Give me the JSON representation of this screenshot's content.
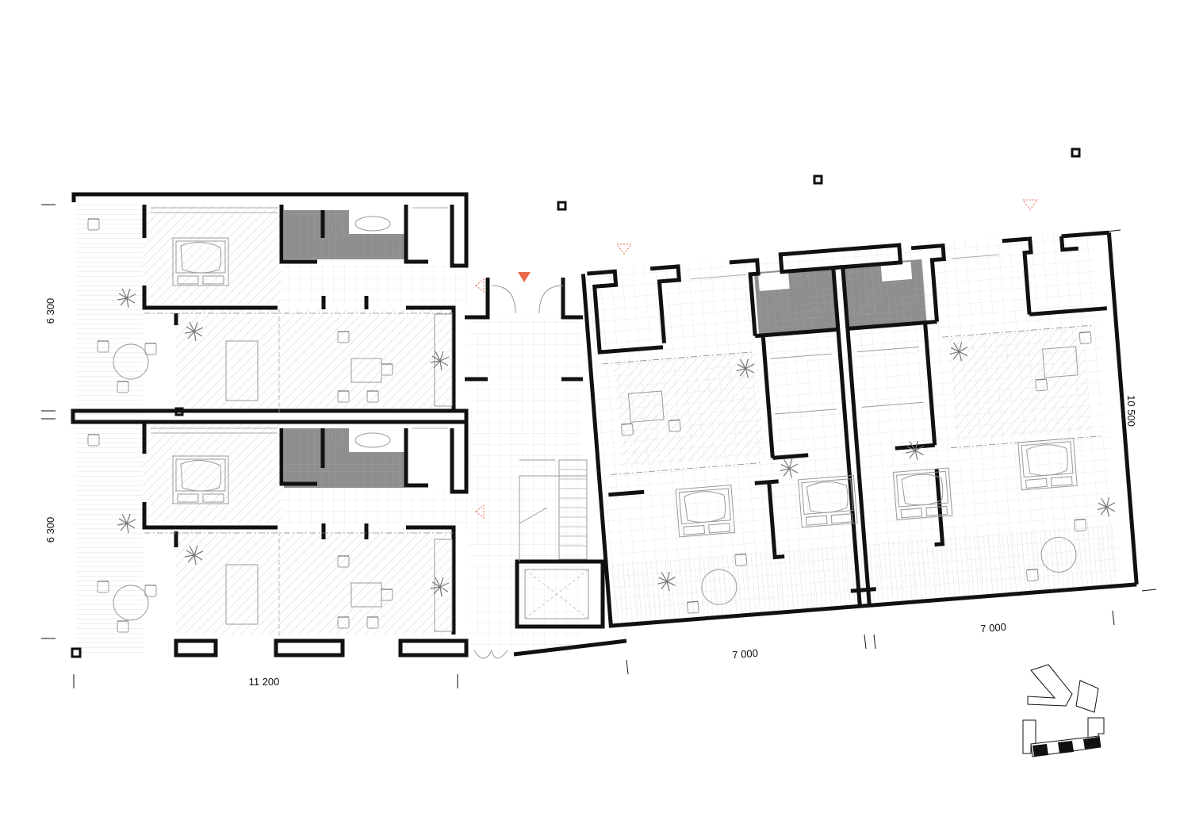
{
  "drawing": {
    "accent_color": "#e8694a",
    "wet_area_color": "#8e8e8e",
    "wall_color": "#111111"
  },
  "dimensions": {
    "left_unit_top_height": "6 300",
    "left_unit_bottom_height": "6 300",
    "left_block_width": "11 200",
    "right_block_depth": "10 500",
    "right_unit_left_width": "7 000",
    "right_unit_right_width": "7 000"
  },
  "icons": {
    "entrance_marker": "entrance-triangle-icon",
    "orientation_key": "site-key-plan-icon"
  }
}
